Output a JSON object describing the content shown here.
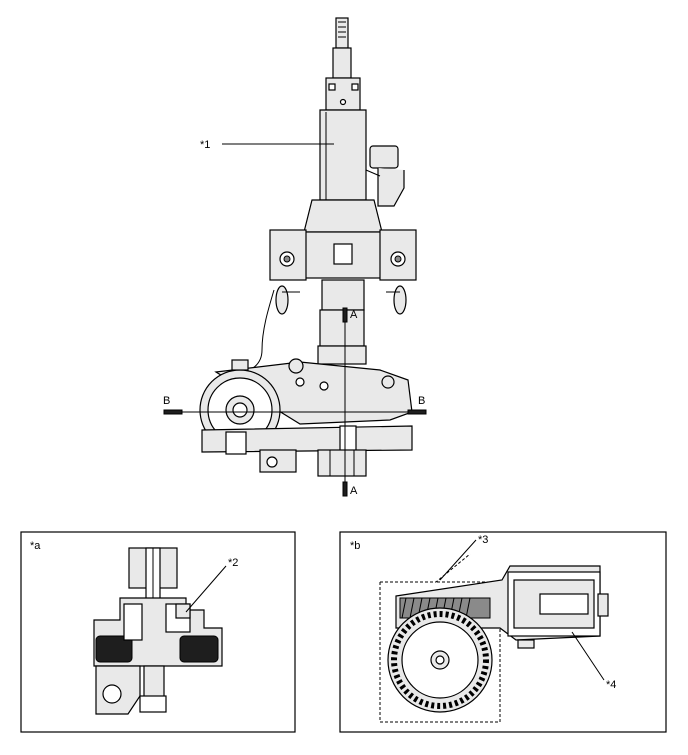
{
  "callouts": {
    "c1": "*1",
    "c2": "*2",
    "c3": "*3",
    "c4": "*4"
  },
  "section_marks": {
    "a_top": "A",
    "a_bottom": "A",
    "b_left": "B",
    "b_right": "B"
  },
  "insets": {
    "left_label": "*a",
    "right_label": "*b"
  }
}
